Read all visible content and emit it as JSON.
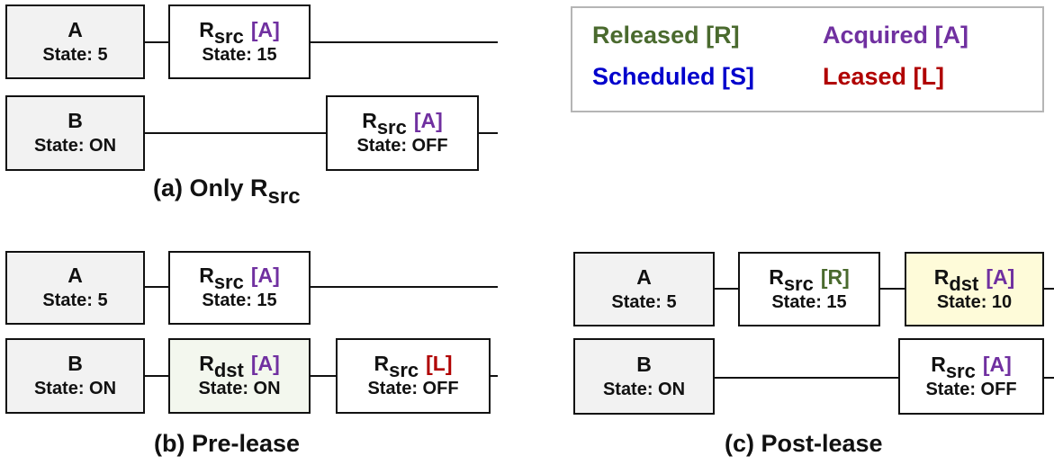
{
  "colors": {
    "released": "#4a6a2e",
    "acquired": "#7030a0",
    "scheduled": "#0000cc",
    "leased": "#b00000"
  },
  "legend": {
    "released": "Released [R]",
    "acquired": "Acquired [A]",
    "scheduled": "Scheduled [S]",
    "leased": "Leased [L]"
  },
  "panel_a": {
    "caption_prefix": "(a) Only R",
    "caption_sub": "src",
    "row1": {
      "node": {
        "name": "A",
        "state": "State: 5"
      },
      "resource": {
        "name": "R",
        "sub": "src",
        "tag": "[A]",
        "state": "State: 15"
      }
    },
    "row2": {
      "node": {
        "name": "B",
        "state": "State: ON"
      },
      "resource": {
        "name": "R",
        "sub": "src",
        "tag": "[A]",
        "state": "State: OFF"
      }
    }
  },
  "panel_b": {
    "caption": "(b) Pre-lease",
    "row1": {
      "node": {
        "name": "A",
        "state": "State: 5"
      },
      "resource": {
        "name": "R",
        "sub": "src",
        "tag": "[A]",
        "state": "State: 15"
      }
    },
    "row2": {
      "node": {
        "name": "B",
        "state": "State: ON"
      },
      "dst": {
        "name": "R",
        "sub": "dst",
        "tag": "[A]",
        "state": "State: ON"
      },
      "src": {
        "name": "R",
        "sub": "src",
        "tag": "[L]",
        "state": "State: OFF"
      }
    }
  },
  "panel_c": {
    "caption": "(c) Post-lease",
    "row1": {
      "node": {
        "name": "A",
        "state": "State: 5"
      },
      "src": {
        "name": "R",
        "sub": "src",
        "tag": "[R]",
        "state": "State: 15"
      },
      "dst": {
        "name": "R",
        "sub": "dst",
        "tag": "[A]",
        "state": "State: 10"
      }
    },
    "row2": {
      "node": {
        "name": "B",
        "state": "State: ON"
      },
      "src": {
        "name": "R",
        "sub": "src",
        "tag": "[A]",
        "state": "State: OFF"
      }
    }
  }
}
